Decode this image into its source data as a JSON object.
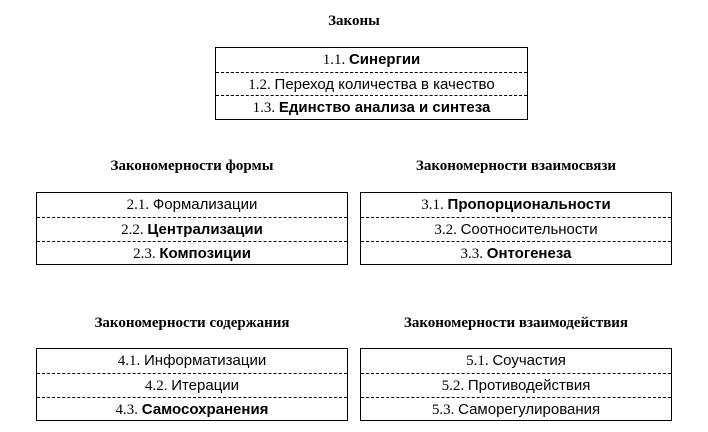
{
  "laws": {
    "title": "Законы",
    "items": [
      {
        "num": "1.1.",
        "text": "Синергии"
      },
      {
        "num": "1.2.",
        "text": "Переход количества в качество"
      },
      {
        "num": "1.3.",
        "text": "Единство анализа и синтеза"
      }
    ]
  },
  "form": {
    "title": "Закономерности формы",
    "items": [
      {
        "num": "2.1.",
        "text": "Формализации"
      },
      {
        "num": "2.2.",
        "text": "Централизации"
      },
      {
        "num": "2.3.",
        "text": "Композиции"
      }
    ]
  },
  "relation": {
    "title": "Закономерности взаимосвязи",
    "items": [
      {
        "num": "3.1.",
        "text": "Пропорциональности"
      },
      {
        "num": "3.2.",
        "text": "Соотносительности"
      },
      {
        "num": "3.3.",
        "text": "Онтогенеза"
      }
    ]
  },
  "content": {
    "title": "Закономерности содержания",
    "items": [
      {
        "num": "4.1.",
        "text": "Информатизации"
      },
      {
        "num": "4.2.",
        "text": "Итерации"
      },
      {
        "num": "4.3.",
        "text": "Самосохранения"
      }
    ]
  },
  "interaction": {
    "title": "Закономерности взаимодействия",
    "items": [
      {
        "num": "5.1.",
        "text": "Соучастия"
      },
      {
        "num": "5.2.",
        "text": "Противодействия"
      },
      {
        "num": "5.3.",
        "text": "Саморегулирования"
      }
    ]
  }
}
